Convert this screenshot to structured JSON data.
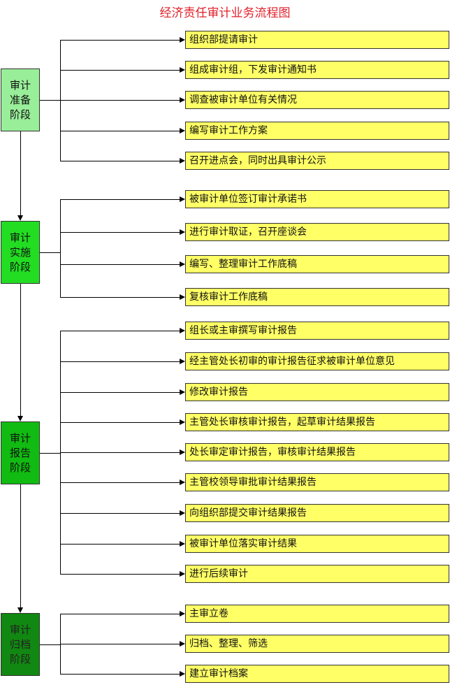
{
  "title": "经济责任审计业务流程图",
  "colors": {
    "stage1": "#99ee99",
    "stage2": "#22dd22",
    "stage3": "#11bb11",
    "stage4": "#118811",
    "step": "#ffff66",
    "title": "#e0202a"
  },
  "stages": [
    {
      "label": "审计准备阶段",
      "steps": [
        "组织部提请审计",
        "组成审计组，下发审计通知书",
        "调查被审计单位有关情况",
        "编写审计工作方案",
        "召开进点会，同时出具审计公示"
      ]
    },
    {
      "label": "审计实施阶段",
      "steps": [
        "被审计单位签订审计承诺书",
        "进行审计取证，召开座谈会",
        "编写、整理审计工作底稿",
        "复核审计工作底稿"
      ]
    },
    {
      "label": "审计报告阶段",
      "steps": [
        "组长或主审撰写审计报告",
        "经主管处长初审的审计报告征求被审计单位意见",
        "修改审计报告",
        "主管处长审核审计报告，起草审计结果报告",
        "处长审定审计报告，审核审计结果报告",
        "主管校领导审批审计结果报告",
        "向组织部提交审计结果报告",
        "被审计单位落实审计结果",
        "进行后续审计"
      ]
    },
    {
      "label": "审计归档阶段",
      "steps": [
        "主审立卷",
        "归档、整理、筛选",
        "建立审计档案"
      ]
    }
  ]
}
